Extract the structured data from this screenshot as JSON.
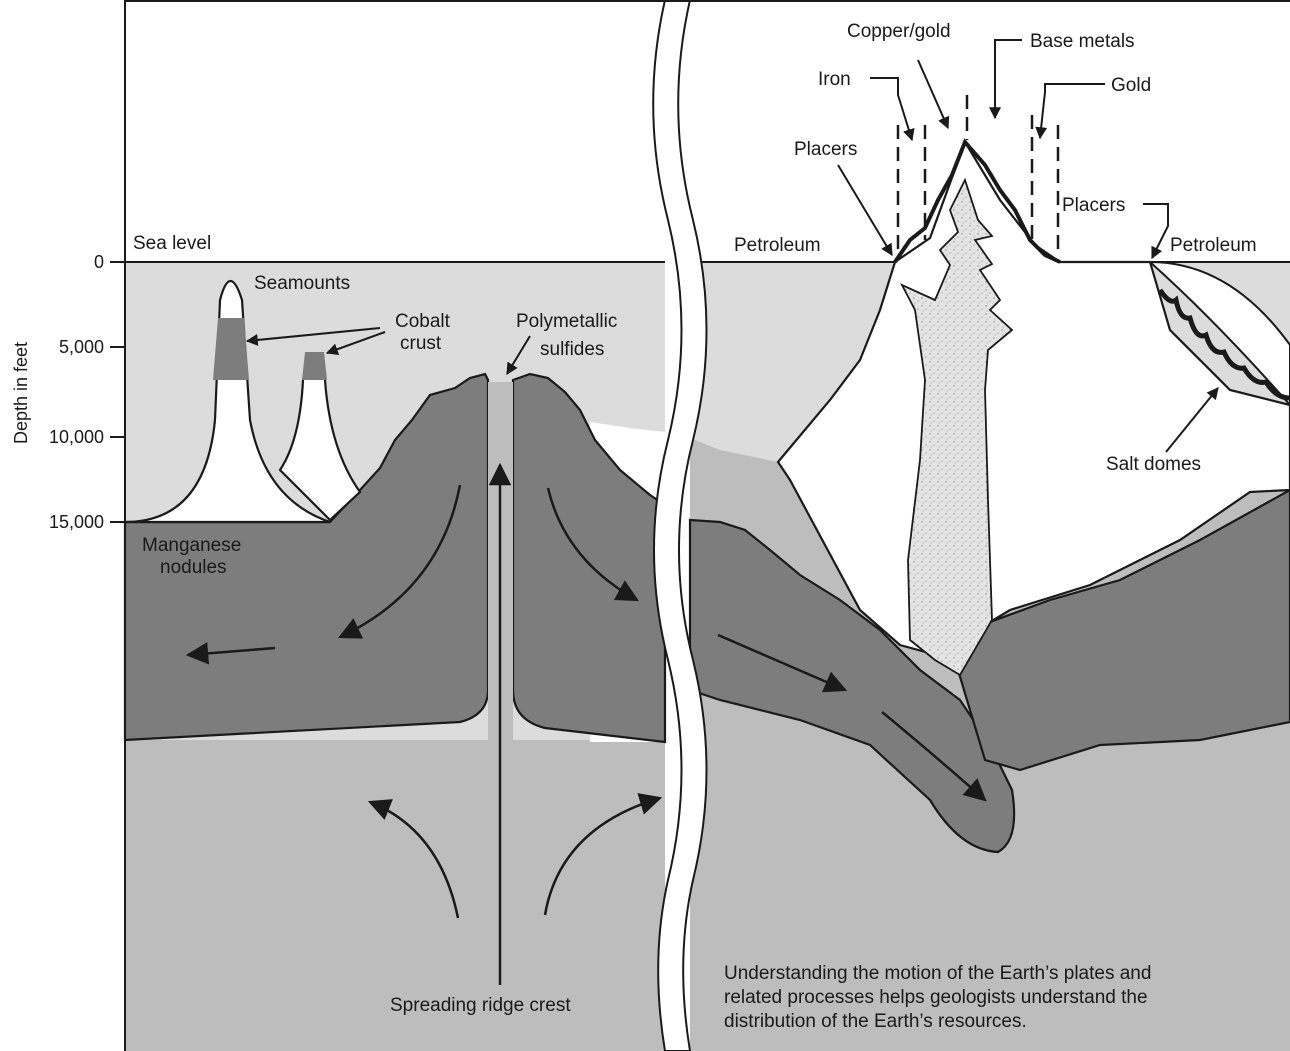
{
  "axis": {
    "title": "Depth in feet",
    "ticks": [
      "0",
      "5,000",
      "10,000",
      "15,000"
    ],
    "sea_level": "Sea level"
  },
  "labels": {
    "seamounts": "Seamounts",
    "cobalt_1": "Cobalt",
    "cobalt_2": "crust",
    "poly_1": "Polymetallic",
    "poly_2": "sulfides",
    "manganese_1": "Manganese",
    "manganese_2": "nodules",
    "spreading": "Spreading ridge crest",
    "copper_gold": "Copper/gold",
    "base_metals": "Base metals",
    "iron": "Iron",
    "gold": "Gold",
    "placers_left": "Placers",
    "placers_right": "Placers",
    "petroleum_left": "Petroleum",
    "petroleum_right": "Petroleum",
    "salt_domes": "Salt domes"
  },
  "caption": {
    "line1": "Understanding the motion of the Earth’s plates and",
    "line2": "related processes helps geologists understand the",
    "line3": "distribution of the Earth’s resources."
  },
  "colors": {
    "sea": "#dcdcdc",
    "crust": "#7d7d7d",
    "mantle": "#bdbdbd",
    "white": "#ffffff",
    "outline": "#1a1a1a"
  }
}
